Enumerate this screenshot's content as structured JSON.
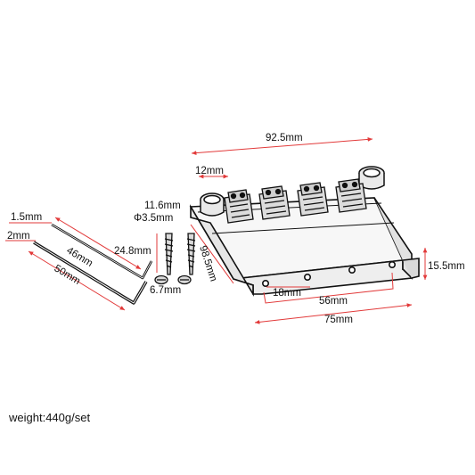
{
  "dimensions": {
    "bridge_length": "92.5mm",
    "saddle_width": "12mm",
    "screw_head": "11.6mm",
    "screw_diameter": "Φ3.5mm",
    "screw_length": "24.8mm",
    "screw_thread": "6.7mm",
    "bridge_depth": "98.5mm",
    "height": "15.5mm",
    "hole_offset": "18mm",
    "hole_spacing": "56mm",
    "base_width": "75mm",
    "wrench_small_dia": "1.5mm",
    "wrench_large_dia": "2mm",
    "wrench_small_len": "46mm",
    "wrench_large_len": "50mm"
  },
  "weight_label": "weight:440g/set",
  "colors": {
    "dimension_line": "#e23a3a",
    "ink": "#111111"
  }
}
